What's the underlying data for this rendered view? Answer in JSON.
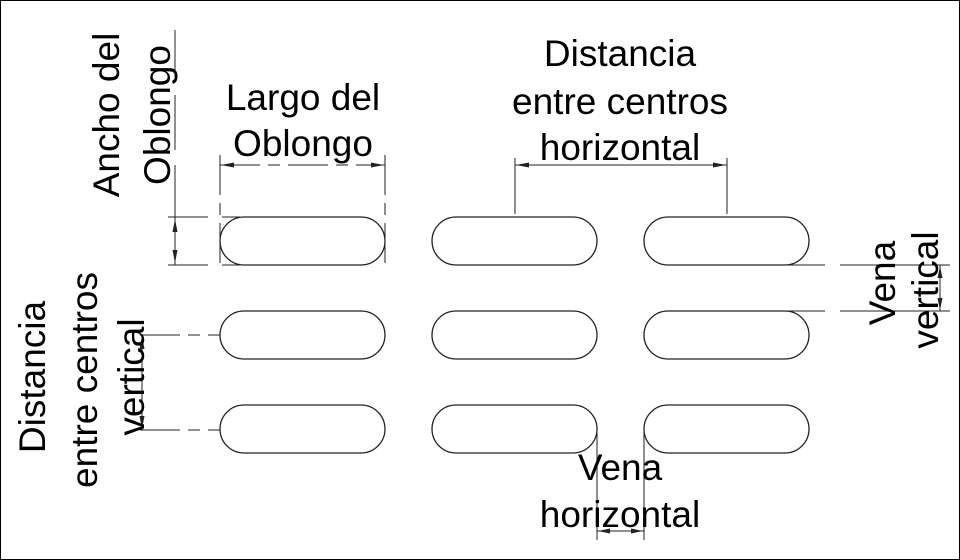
{
  "title": "Oblong perforation pattern dimensions",
  "labels": {
    "ancho": [
      "Ancho del",
      "Oblongo"
    ],
    "largo": [
      "Largo del",
      "Oblongo"
    ],
    "dist_horizontal": [
      "Distancia",
      "entre centros",
      "horizontal"
    ],
    "dist_vertical": [
      "Distancia",
      "entre centros",
      "vertical"
    ],
    "vena_vertical": [
      "Vena",
      "vertical"
    ],
    "vena_horizontal": [
      "Vena",
      "horizontal"
    ]
  },
  "grid": {
    "rows": 3,
    "columns": 3
  }
}
